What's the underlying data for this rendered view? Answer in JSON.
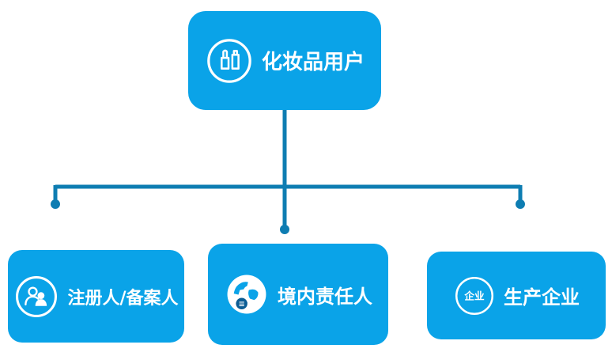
{
  "diagram": {
    "root": {
      "label": "化妆品用户",
      "icon": "cosmetics-icon"
    },
    "children": [
      {
        "label": "注册人/备案人",
        "icon": "people-icon"
      },
      {
        "label": "境内责任人",
        "icon": "globe-icon"
      },
      {
        "label": "生产企业",
        "icon": "enterprise-icon",
        "icon_text": "企业"
      }
    ],
    "colors": {
      "node_fill": "#0aa3e8",
      "connector": "#0e7db2",
      "label_text": "#ffffff",
      "globe_badge": "#0c5d94"
    }
  }
}
